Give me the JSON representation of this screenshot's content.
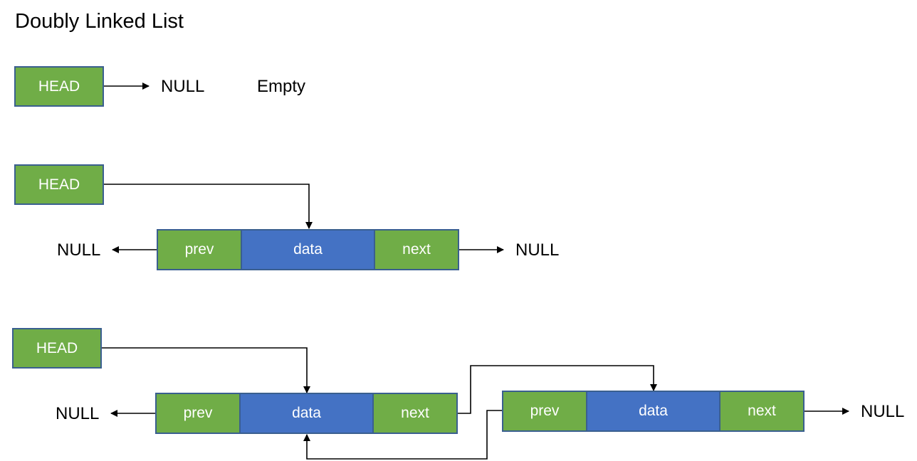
{
  "diagram": {
    "title": "Doubly Linked List",
    "colors": {
      "field": "#70ad47",
      "data": "#4472c4",
      "border": "#3a5f8f"
    },
    "empty": {
      "head": "HEAD",
      "null": "NULL",
      "note": "Empty"
    },
    "single": {
      "head": "HEAD",
      "null_left": "NULL",
      "null_right": "NULL",
      "node": {
        "prev": "prev",
        "data": "data",
        "next": "next"
      }
    },
    "double": {
      "head": "HEAD",
      "null_left": "NULL",
      "null_right": "NULL",
      "node1": {
        "prev": "prev",
        "data": "data",
        "next": "next"
      },
      "node2": {
        "prev": "prev",
        "data": "data",
        "next": "next"
      }
    }
  }
}
